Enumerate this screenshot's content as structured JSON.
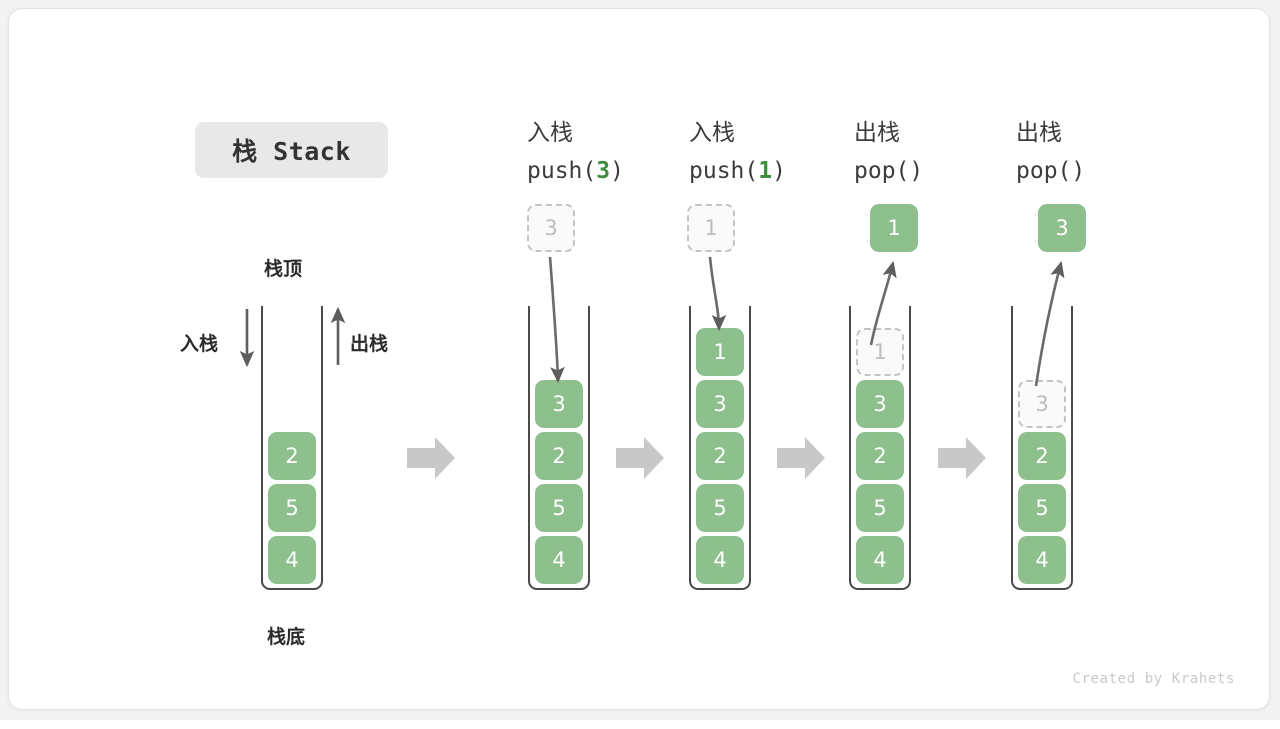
{
  "footer": {
    "credit": "Created by Krahets"
  },
  "colors": {
    "cell_fill": "#8dc08d",
    "cell_text": "#ffffff",
    "ghost_border": "#c4c4c4",
    "ghost_text": "#bdbdbd",
    "arrow_gray": "#c8c8c8",
    "stroke_dark": "#4a4a4a",
    "accent_green": "#3f8e3f",
    "badge_bg": "#e8e8e8",
    "card_bg": "#ffffff",
    "page_bg": "#f2f2f2"
  },
  "title": {
    "label": "栈 Stack"
  },
  "labels": {
    "top": "栈顶",
    "bottom": "栈底",
    "push": "入栈",
    "pop": "出栈"
  },
  "steps": [
    {
      "id": "initial",
      "head_zh": "",
      "head_code": "",
      "cells": [
        "2",
        "5",
        "4"
      ],
      "ghost_top": null,
      "float_cell": null,
      "float_kind": null
    },
    {
      "id": "push-3",
      "head_zh": "入栈",
      "head_code_prefix": "push(",
      "head_code_arg": "3",
      "head_code_suffix": ")",
      "cells": [
        "3",
        "2",
        "5",
        "4"
      ],
      "ghost_top": null,
      "float_cell": "3",
      "float_kind": "ghost"
    },
    {
      "id": "push-1",
      "head_zh": "入栈",
      "head_code_prefix": "push(",
      "head_code_arg": "1",
      "head_code_suffix": ")",
      "cells": [
        "1",
        "3",
        "2",
        "5",
        "4"
      ],
      "ghost_top": null,
      "float_cell": "1",
      "float_kind": "ghost"
    },
    {
      "id": "pop-1",
      "head_zh": "出栈",
      "head_code_prefix": "pop(",
      "head_code_arg": "",
      "head_code_suffix": ")",
      "cells": [
        "3",
        "2",
        "5",
        "4"
      ],
      "ghost_top": "1",
      "float_cell": "1",
      "float_kind": "filled"
    },
    {
      "id": "pop-2",
      "head_zh": "出栈",
      "head_code_prefix": "pop(",
      "head_code_arg": "",
      "head_code_suffix": ")",
      "cells": [
        "2",
        "5",
        "4"
      ],
      "ghost_top": "3",
      "float_cell": "3",
      "float_kind": "filled"
    }
  ]
}
